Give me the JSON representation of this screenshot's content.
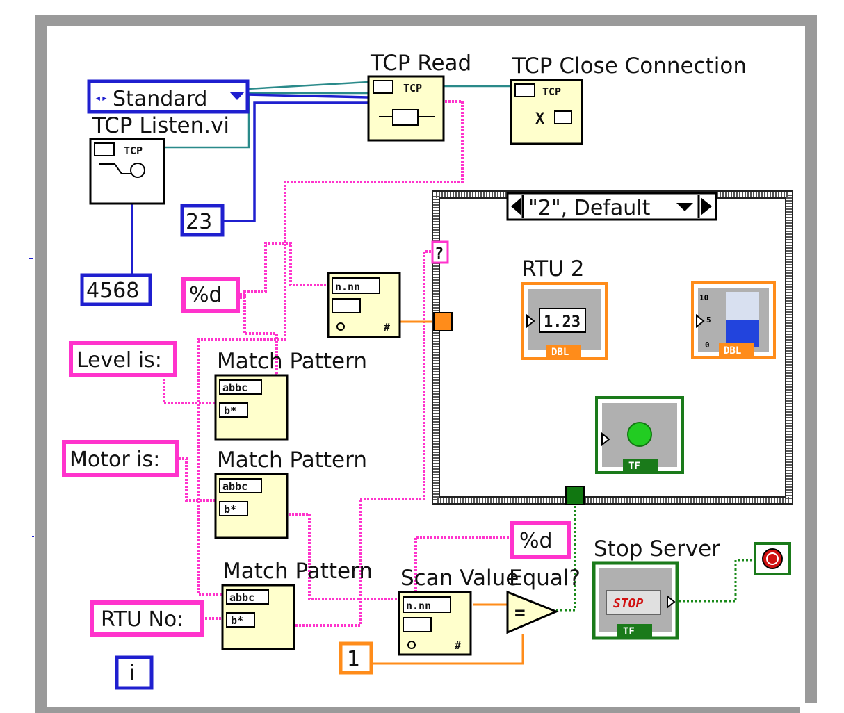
{
  "nodes": {
    "tcp_read": "TCP Read",
    "tcp_close": "TCP Close Connection",
    "tcp_listen": "TCP Listen.vi",
    "match_pattern_1": "Match Pattern",
    "match_pattern_2": "Match Pattern",
    "match_pattern_3": "Match Pattern",
    "scan_value": "Scan Value",
    "equal": "Equal?",
    "rtu2": "RTU 2",
    "stop_server": "Stop Server"
  },
  "constants": {
    "mode": "Standard",
    "port": "4568",
    "bytes": "23",
    "fmt1": "%d",
    "fmt2": "%d",
    "level": "Level is:",
    "motor": "Motor is:",
    "rtu_no": "RTU No:",
    "one": "1",
    "iter": "i",
    "unknown": "?"
  },
  "case_structure": {
    "selector": "\"2\", Default"
  },
  "icons": {
    "tcp": "TCP",
    "indicator_value": "1.23",
    "dbl": "DBL",
    "tf": "TF",
    "stop": "STOP",
    "format_top": "n.nn",
    "format_hash": "#",
    "match_abc": "abbc",
    "match_b": "b*",
    "scale_max": "10",
    "scale_mid": "5",
    "scale_min": "0"
  },
  "colors": {
    "string_wire": "#ff33cc",
    "numeric_wire": "#1f1fcf",
    "double_wire": "#ff8c1a",
    "boolean_wire": "#1a8a1a",
    "refnum_wire": "#2a8a8a"
  }
}
